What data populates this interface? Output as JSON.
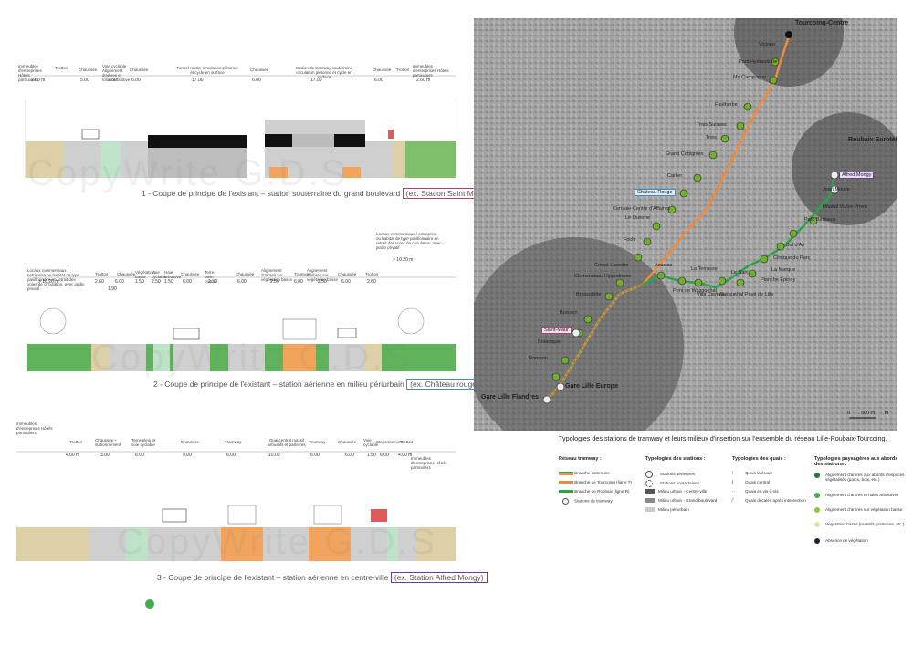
{
  "watermark": "CopyWrite G.D.S",
  "sections": [
    {
      "caption": "1 - Coupe de principe de l'existant – station souterraine du grand boulevard",
      "tag": "(ex. Station Saint Maur)",
      "tag_color": "#b3417c",
      "labels": [
        "Immeubles d'entreprises Hôtels particuliers",
        "Trottoir",
        "Chaussée",
        "Voie cyclable Alignement d'arbres et fosse arbustive",
        "Chaussée",
        "Tunnel routier circulation piétonne et cycle en surface",
        "Chaussée",
        "Station de tramway souterraine circulation piétonne et cycle en surface",
        "Chaussée",
        "Trottoir",
        "Immeubles d'entreprises Hôtels particuliers"
      ],
      "dims": [
        "2.60 m",
        "5.00",
        "2.50",
        "6.00",
        "17.00",
        "6.00",
        "17.00",
        "6.00",
        "2.60 m"
      ]
    },
    {
      "caption": "2 - Coupe de principe de l'existant – station aérienne en milieu périurbain",
      "tag": "(ex. Château rouge)",
      "tag_color": "#3a8fc9",
      "labels": [
        "Locaux commerciaux / entreprise ou habitat de type pavillonnaire en retrait des voies de circulation, avec jardin privatif",
        "Trottoir",
        "Chaussée",
        "Végétation basse",
        "Voie cyclable",
        "Haie arbustive",
        "Chaussée",
        "Terre-plein central",
        "Chaussée",
        "Alignement d'arbres sur végétation basse",
        "Tramway",
        "Alignement d'arbres sur végétation basse",
        "Chaussée",
        "Trottoir",
        "Locaux commerciaux / entreprise ou habitat de type pavillonnaire en retrait des voies de circulation, avec jardin privatif"
      ],
      "dims": [
        "> 10.20 m",
        "2.60",
        "6.00",
        "1.50",
        "2.50",
        "1.50",
        "6.00",
        "2.30",
        "6.00",
        "2.50",
        "6.00",
        "2.50",
        "6.00",
        "2.60",
        "> 10.20 m",
        "1.90"
      ]
    },
    {
      "caption": "3 - Coupe de principe de l'existant – station aérienne en centre-ville",
      "tag": "(ex. Station Alfred Mongy)",
      "tag_color": "#6b3d8f",
      "labels": [
        "Immeubles d'entreprises Hôtels particuliers",
        "Trottoir",
        "Chaussée + stationnement",
        "Terre-plein et voie cyclable",
        "Chaussée",
        "Tramway",
        "Quai central massif arbustifs et parterres",
        "Tramway",
        "Chaussée",
        "Voie cyclable",
        "Stationnement",
        "Trottoir",
        "Immeubles d'entreprises Hôtels particuliers"
      ],
      "dims": [
        "4.00 m",
        "3.00",
        "6.00",
        "9.00",
        "6.00",
        "10.00",
        "6.00",
        "6.00",
        "1.50",
        "6.00",
        "4.00 m"
      ]
    }
  ],
  "map": {
    "title": "Typologies des stations de tramway et leurs milieux d'insertion sur l'ensemble du réseau Lille-Roubaix-Tourcoing.",
    "scale_labels": [
      "0",
      "500 m"
    ],
    "north": "N",
    "terminals": [
      "Tourcoing-Centre",
      "Roubaix Eurotéléport",
      "Gare Lille Flandres",
      "Gare Lille Europe"
    ],
    "highlight": {
      "chateau": "Château Rouge",
      "saint_maur": "Saint-Maur",
      "alfred": "Alfred Mongy"
    },
    "stations_t": [
      "Victoire",
      "Pont Hydraulique",
      "Ma Campagne",
      "Faidherbe",
      "Trois Suisses",
      "Tries",
      "Grand Cottignies",
      "Carlier",
      "Cerisaie-Centre d'Affaires",
      "Le Quesne",
      "Foch",
      "Croisé Laroche",
      "Clemenceau-Hippodrome",
      "Brossolette",
      "Buisson",
      "Botanique",
      "Romarin"
    ],
    "stations_r": [
      "Jean Moulin",
      "Hôpital Victor-Provo",
      "Parc Barbieux",
      "Bol d'Air",
      "Clinique du Parc",
      "La Marque",
      "Planche Epinoy",
      "Le Sart",
      "Villa Cavrois",
      "Acacias",
      "La Terrasse",
      "Pont de Wasquehal",
      "Wasquehal Pavé de Lille"
    ]
  },
  "legend": {
    "col1_title": "Réseau tramway :",
    "col1": [
      "Branche commune",
      "Branche de Tourcoing (ligne T)",
      "Branche de Roubaix (ligne R)",
      "Stations de tramway"
    ],
    "col2_title": "Typologies des stations :",
    "col2": [
      "Stations aériennes",
      "Stations souterraines",
      "Milieu urbain - Centre-ville",
      "Milieu urbain - Grand boulevard",
      "Milieu périurbain"
    ],
    "col3_title": "Typologies des quais :",
    "col3": [
      "Quais latéraux",
      "Quais central",
      "Quais en vis-à-vis",
      "Quais décalés après intersection"
    ],
    "col4_title": "Typologies paysagères aux abords des stations :",
    "col4": [
      "Alignement d'arbres aux abords d'espaces végétalisés (parcs, bois, etc.)",
      "Alignement d'arbres et haies arbustives",
      "Alignement d'arbres sur végétation basse",
      "Végétation basse (massifs, parterres, etc.)",
      "Absence de végétation"
    ],
    "colors": {
      "common": "#e89a55",
      "t": "#f08a3c",
      "r": "#2aa34a",
      "g1": "#1f7a32",
      "g2": "#3fae4a",
      "g3": "#8cc63f",
      "g4": "#d9e8a8",
      "g5": "#222222"
    }
  }
}
